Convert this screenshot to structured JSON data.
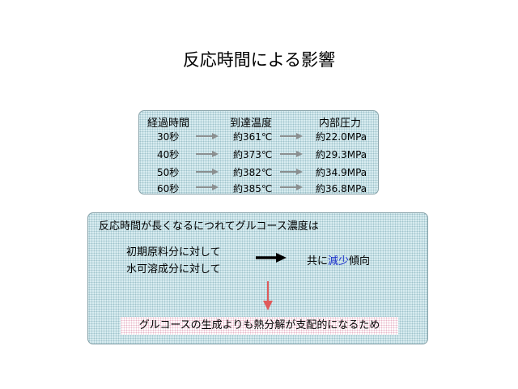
{
  "title": "反応時間による影響",
  "table": {
    "headers": [
      "経過時間",
      "到達温度",
      "内部圧力"
    ],
    "rows": [
      {
        "time": "30秒",
        "temp": "約361℃",
        "pressure": "約22.0MPa"
      },
      {
        "time": "40秒",
        "temp": "約373℃",
        "pressure": "約29.3MPa"
      },
      {
        "time": "50秒",
        "temp": "約382℃",
        "pressure": "約34.9MPa"
      },
      {
        "time": "60秒",
        "temp": "約385℃",
        "pressure": "約36.8MPa"
      }
    ]
  },
  "summary": {
    "heading": "反応時間が長くなるにつれてグルコース濃度は",
    "line1": "初期原料分に対して",
    "line2": "水可溶成分に対して",
    "result_prefix": "共に",
    "result_highlight": "減少",
    "result_suffix": "傾向",
    "conclusion": "グルコースの生成よりも熱分解が支配的になるため"
  },
  "colors": {
    "box_fill": "#d8ecf0",
    "highlight_text": "#1a2fcc",
    "down_arrow": "#e05a5a",
    "small_arrow": "#8b8f90"
  }
}
